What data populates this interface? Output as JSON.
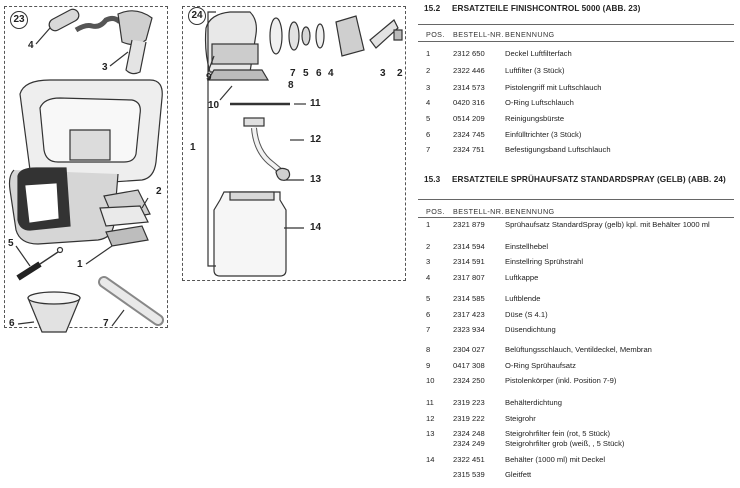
{
  "figure_a": {
    "number": "23",
    "callouts": [
      "4",
      "3",
      "2",
      "5",
      "1",
      "6",
      "7"
    ]
  },
  "figure_b": {
    "number": "24",
    "callouts": [
      "9",
      "10",
      "7",
      "8",
      "5",
      "6",
      "4",
      "3",
      "2",
      "11",
      "12",
      "13",
      "14",
      "1"
    ]
  },
  "section_a": {
    "num": "15.2",
    "title": "ERSATZTEILE FINISHCONTROL 5000 (ABB. 23)",
    "col_pos": "POS.",
    "col_nr": "BESTELL-NR.",
    "col_name": "BENENNUNG",
    "rows": [
      {
        "pos": "1",
        "nr": "2312 650",
        "name": "Deckel Luftfilterfach"
      },
      {
        "pos": "2",
        "nr": "2322 446",
        "name": "Luftfilter (3 Stück)"
      },
      {
        "pos": "3",
        "nr": "2314 573",
        "name": "Pistolengriff mit Luftschlauch"
      },
      {
        "pos": "4",
        "nr": "0420 316",
        "name": "O-Ring Luftschlauch"
      },
      {
        "pos": "5",
        "nr": "0514 209",
        "name": "Reinigungsbürste"
      },
      {
        "pos": "6",
        "nr": "2324 745",
        "name": "Einfülltrichter (3 Stück)"
      },
      {
        "pos": "7",
        "nr": "2324 751",
        "name": "Befestigungsband Luftschlauch"
      }
    ]
  },
  "section_b": {
    "num": "15.3",
    "title": "ERSATZTEILE SPRÜHAUFSATZ STANDARDSPRAY (GELB) (ABB. 24)",
    "col_pos": "POS.",
    "col_nr": "BESTELL-NR.",
    "col_name": "BENENNUNG",
    "rows": [
      {
        "pos": "1",
        "nr": "2321 879",
        "name": "Sprühaufsatz StandardSpray (gelb) kpl. mit Behälter 1000 ml"
      },
      {
        "pos": "2",
        "nr": "2314 594",
        "name": "Einstellhebel"
      },
      {
        "pos": "3",
        "nr": "2314 591",
        "name": "Einstellring Sprühstrahl"
      },
      {
        "pos": "4",
        "nr": "2317 807",
        "name": "Luftkappe"
      },
      {
        "pos": "5",
        "nr": "2314 585",
        "name": "Luftblende"
      },
      {
        "pos": "6",
        "nr": "2317 423",
        "name": "Düse (S 4.1)"
      },
      {
        "pos": "7",
        "nr": "2323 934",
        "name": "Düsendichtung"
      },
      {
        "pos": "8",
        "nr": "2304 027",
        "name": "Belüftungsschlauch, Ventildeckel, Membran"
      },
      {
        "pos": "9",
        "nr": "0417 308",
        "name": "O-Ring Sprühaufsatz"
      },
      {
        "pos": "10",
        "nr": "2324 250",
        "name": "Pistolenkörper (inkl. Position 7-9)"
      },
      {
        "pos": "11",
        "nr": "2319 223",
        "name": "Behälterdichtung"
      },
      {
        "pos": "12",
        "nr": "2319 222",
        "name": "Steigrohr"
      },
      {
        "pos": "13",
        "nr": "2324 248",
        "name": "Steigrohrfilter fein (rot, 5 Stück)"
      },
      {
        "pos": "",
        "nr": "2324 249",
        "name": "Steigrohrfilter grob (weiß, , 5 Stück)"
      },
      {
        "pos": "14",
        "nr": "2322 451",
        "name": "Behälter (1000 ml) mit Deckel"
      },
      {
        "pos": "",
        "nr": "2315 539",
        "name": "Gleitfett"
      }
    ]
  }
}
